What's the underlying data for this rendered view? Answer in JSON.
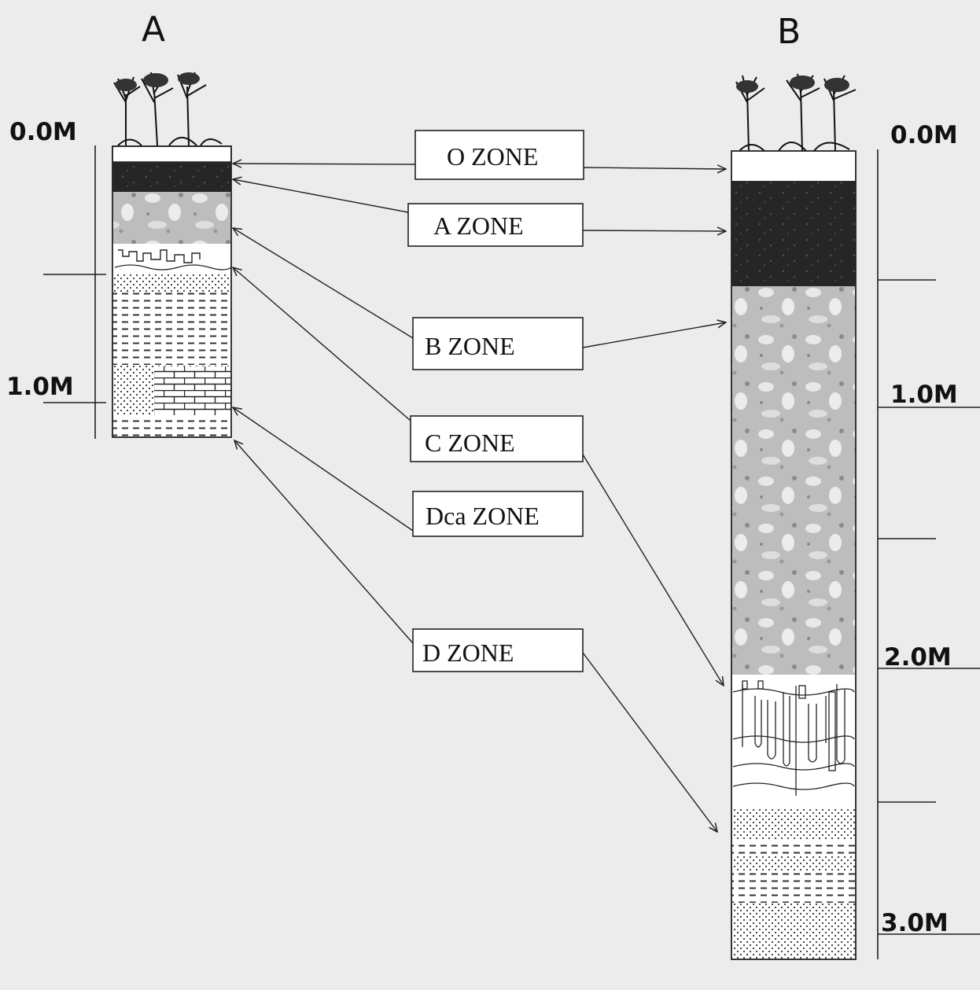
{
  "columns": [
    {
      "id": "A",
      "label": "A",
      "depth_labels": [
        "0.0M",
        "1.0M"
      ]
    },
    {
      "id": "B",
      "label": "B",
      "depth_labels": [
        "0.0M",
        "1.0M",
        "2.0M",
        "3.0M"
      ]
    }
  ],
  "zones": [
    {
      "label": "O ZONE"
    },
    {
      "label": "A ZONE"
    },
    {
      "label": "B ZONE"
    },
    {
      "label": "C ZONE"
    },
    {
      "label": "Dca ZONE"
    },
    {
      "label": "D ZONE"
    }
  ],
  "colors": {
    "background": "#ececec",
    "dark_horizon": "#262626",
    "mottled": "#b9b9b9"
  }
}
